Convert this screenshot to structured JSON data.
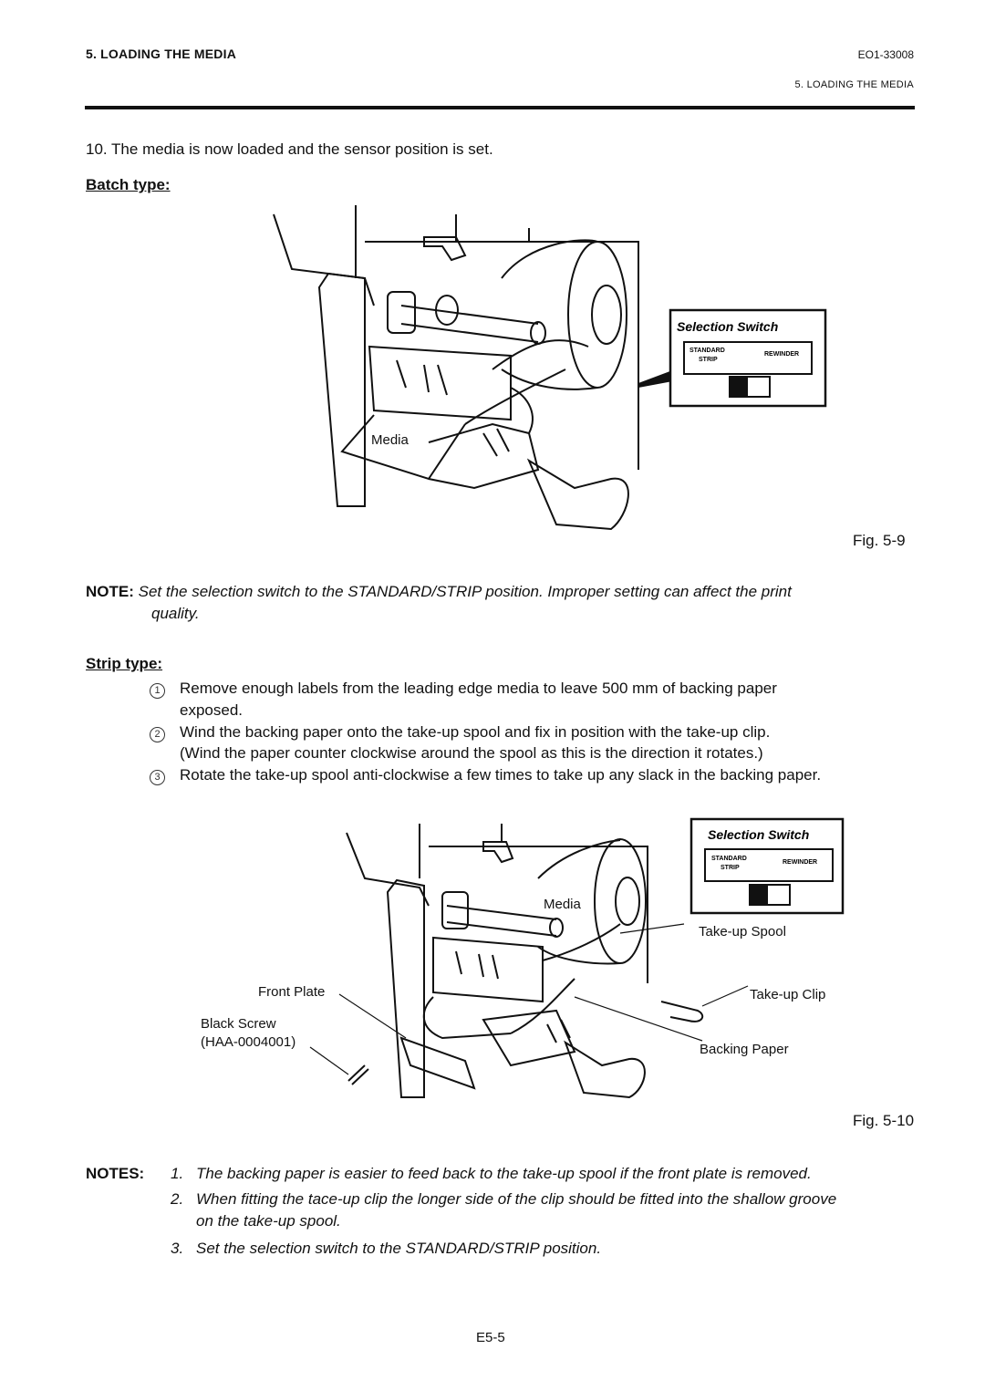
{
  "header": {
    "section_title": "5. LOADING THE MEDIA",
    "doc_id": "EO1-33008",
    "section_sub": "5. LOADING THE MEDIA"
  },
  "step10": "10.  The media is now loaded and the sensor position is set.",
  "batch": {
    "heading": "Batch type:",
    "fig_caption": "Fig. 5-9",
    "media_label": "Media",
    "switch_title": "Selection Switch",
    "switch_standard": "STANDARD",
    "switch_strip": "STRIP",
    "switch_rewinder": "REWINDER"
  },
  "note1": {
    "label": "NOTE:",
    "text": "Set the selection switch to the STANDARD/STRIP position.  Improper setting can affect the print",
    "text2": "quality."
  },
  "strip": {
    "heading": "Strip type:",
    "items": [
      {
        "num": "1",
        "line1": "Remove enough labels from the leading edge media to leave 500 mm of backing paper",
        "line2": "exposed."
      },
      {
        "num": "2",
        "line1": "Wind the backing paper onto the take-up spool and fix in position with the take-up clip.",
        "line2": "(Wind the paper counter clockwise around the spool as this is the direction it rotates.)"
      },
      {
        "num": "3",
        "line1": "Rotate the take-up spool anti-clockwise a few times to take up any slack in the backing paper.",
        "line2": ""
      }
    ],
    "fig_caption": "Fig. 5-10",
    "labels": {
      "media": "Media",
      "takeup_spool": "Take-up Spool",
      "front_plate": "Front Plate",
      "takeup_clip": "Take-up Clip",
      "black_screw": "Black Screw",
      "part_no": "(HAA-0004001)",
      "backing_paper": "Backing Paper"
    },
    "switch_title": "Selection Switch",
    "switch_standard": "STANDARD",
    "switch_strip": "STRIP",
    "switch_rewinder": "REWINDER"
  },
  "notes": {
    "label": "NOTES:",
    "items": [
      {
        "num": "1.",
        "line1": "The backing paper is easier to feed back to the take-up spool if the front plate is removed.",
        "line2": ""
      },
      {
        "num": "2.",
        "line1": "When fitting the tace-up clip the longer side of the clip should be fitted into the shallow groove",
        "line2": "on the take-up spool."
      },
      {
        "num": "3.",
        "line1": "Set the selection switch to the STANDARD/STRIP position.",
        "line2": ""
      }
    ]
  },
  "page_number": "E5-5"
}
